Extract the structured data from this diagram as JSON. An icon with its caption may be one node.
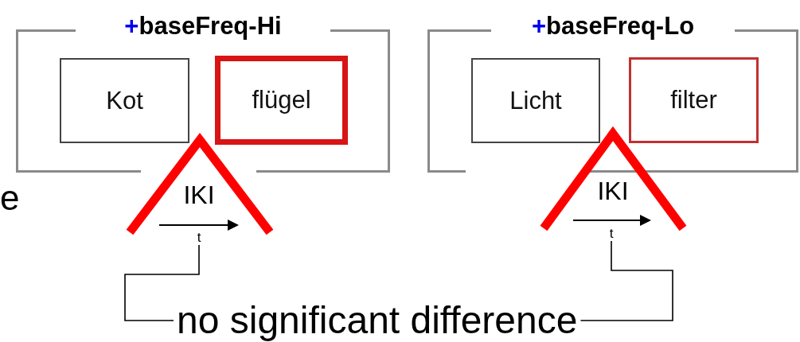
{
  "diagram": {
    "nodes": [
      {
        "text": [
          "+baseFreq-Hi"
        ]
      },
      {
        "text": [
          "Kot"
        ],
        "in": 0
      },
      {
        "text": [
          "flügel"
        ],
        "in": 0
      },
      {
        "text": [
          "+baseFreq-Lo"
        ]
      },
      {
        "text": [
          "Licht"
        ],
        "in": 3
      },
      {
        "text": [
          "filter"
        ],
        "in": 3
      },
      {
        "text": [
          "IKI"
        ]
      },
      {
        "text": [
          "IKI"
        ]
      },
      {
        "text": [
          "t"
        ]
      },
      {
        "text": [
          "t"
        ]
      },
      {
        "text": [
          "no significant difference"
        ]
      }
    ],
    "edges": [
      {
        "from": 8,
        "to": 10,
        "arrow": "none"
      },
      {
        "from": 9,
        "to": 10,
        "arrow": "none"
      }
    ],
    "labels": [
      "e"
    ]
  }
}
